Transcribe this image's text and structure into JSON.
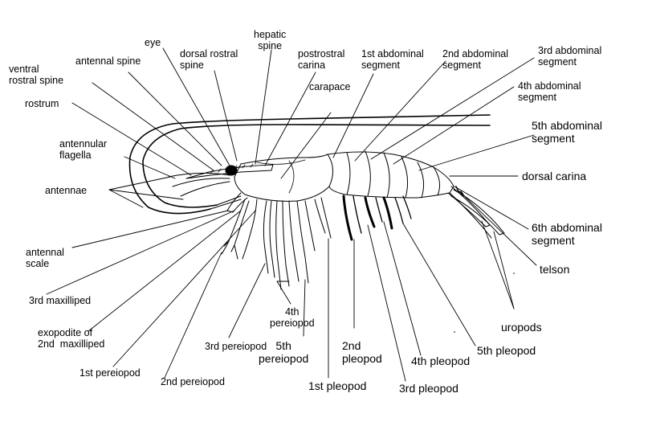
{
  "labels": {
    "eye": "eye",
    "dorsal_rostral_spine": "dorsal rostral\nspine",
    "hepatic_spine": "hepatic\nspine",
    "postrostral_carina": "postrostral\ncarina",
    "first_abdominal_segment": "1st abdominal\nsegment",
    "second_abdominal_segment": "2nd abdominal\nsegment",
    "third_abdominal_segment": "3rd abdominal\nsegment",
    "fourth_abdominal_segment": "4th abdominal\nsegment",
    "fifth_abdominal_segment": "5th abdominal\nsegment",
    "antennal_spine": "antennal spine",
    "ventral_rostral_spine": "ventral\nrostral spine",
    "carapace": "carapace",
    "rostrum": "rostrum",
    "antennular_flagella": "antennular\nflagella",
    "antennae": "antennae",
    "dorsal_carina": "dorsal carina",
    "sixth_abdominal_segment": "6th abdominal\nsegment",
    "telson": "telson",
    "antennal_scale": "antennal\nscale",
    "third_maxilliped": "3rd maxilliped",
    "exopodite": "exopodite of\n2nd  maxilliped",
    "first_pereiopod": "1st pereiopod",
    "second_pereiopod": "2nd pereiopod",
    "third_pereiopod": "3rd pereiopod",
    "fourth_pereiopod": "4th\npereiopod",
    "fifth_pereiopod": "5th\npereiopod",
    "second_pleopod": "2nd\npleopod",
    "first_pleopod": "1st pleopod",
    "third_pleopod": "3rd pleopod",
    "fourth_pleopod": "4th pleopod",
    "fifth_pleopod": "5th pleopod",
    "uropods": "uropods"
  }
}
